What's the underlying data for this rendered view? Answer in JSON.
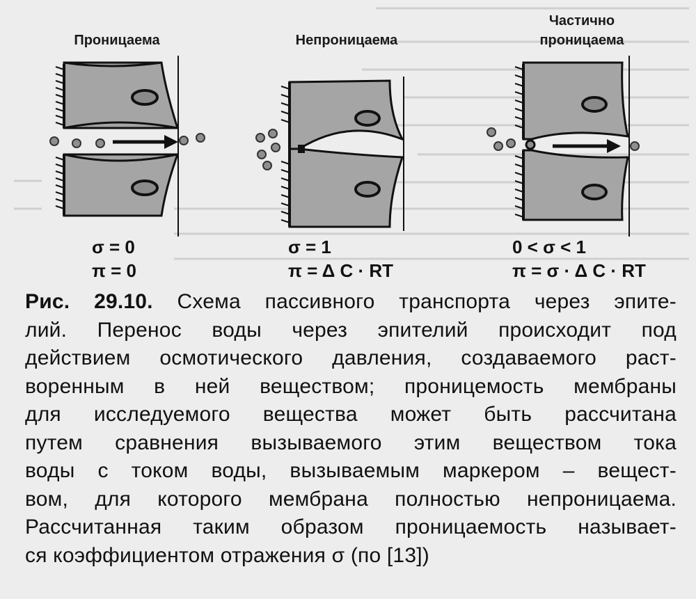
{
  "figure": {
    "panels": [
      {
        "title": "Проницаема",
        "sigma": "σ = 0",
        "pi": "π = 0"
      },
      {
        "title": "Непроницаема",
        "sigma": "σ = 1",
        "pi": "π = Δ C · RT"
      },
      {
        "title_line1": "Частично",
        "title_line2": "проницаема",
        "sigma": "0 < σ < 1",
        "pi": "π = σ · Δ C · RT"
      }
    ]
  },
  "caption": {
    "label": "Рис. 29.10.",
    "lines": [
      " Схема пассивного транспорта через эпите-",
      "лий. Перенос воды через эпителий происходит под",
      "действием осмотического давления, создаваемого раст-",
      "воренным в ней веществом; проницемость мембраны",
      "для исследуемого вещества может быть рассчитана",
      "путем сравнения вызываемого этим веществом тока",
      "воды с током воды, вызываемым маркером – вещест-",
      "вом, для которого мембрана полностью непроницаема.",
      "Рассчитанная таким образом проницаемость называет-",
      "ся коэффициентом отражения σ (по [13])"
    ]
  }
}
